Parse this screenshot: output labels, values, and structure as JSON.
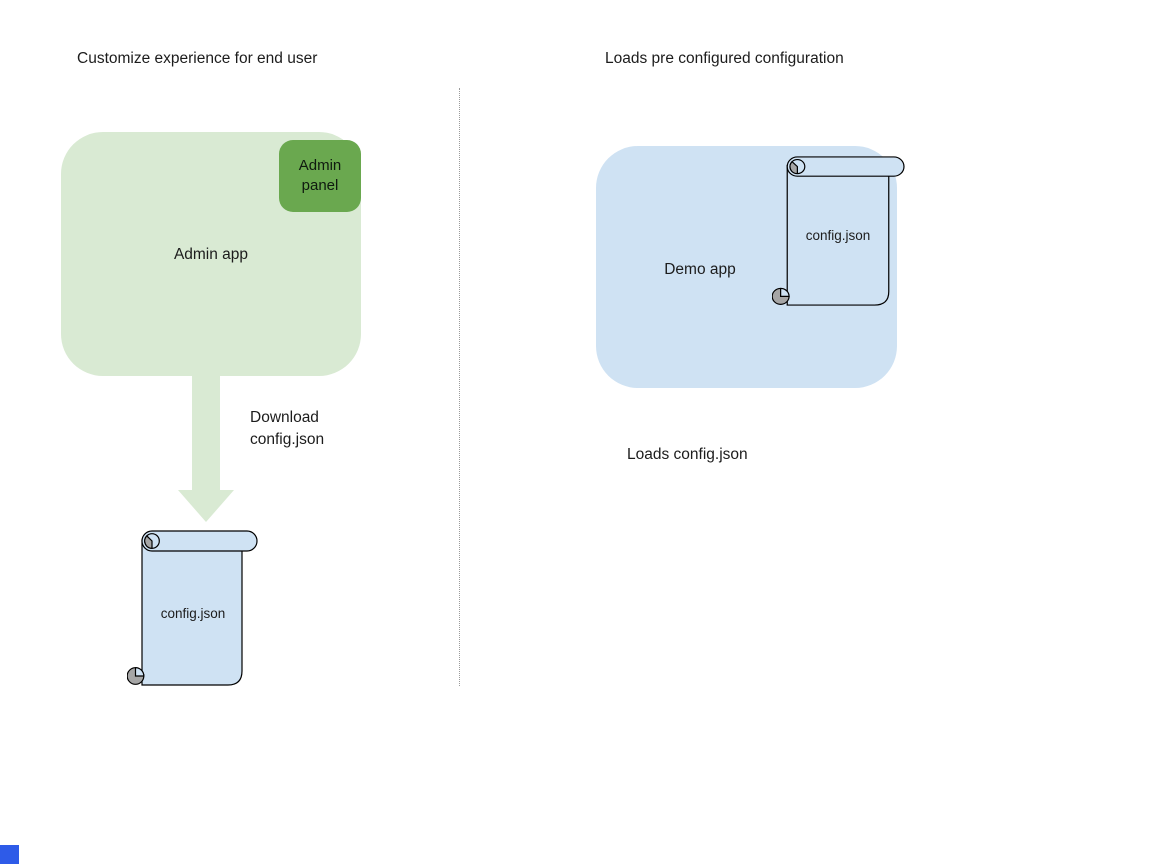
{
  "left_section": {
    "title": "Customize experience for end user",
    "admin_app_label": "Admin app",
    "admin_panel_label": "Admin panel",
    "arrow_label": "Download\nconfig.json",
    "config_file_label": "config.json"
  },
  "right_section": {
    "title": "Loads pre configured configuration",
    "demo_app_label": "Demo app",
    "config_file_label": "config.json",
    "caption": "Loads config.json"
  },
  "icons": {
    "arrow": "down-arrow-icon",
    "left_file": "scroll-document-icon",
    "right_file": "scroll-document-icon"
  },
  "colors": {
    "admin_app_fill": "#d9ead3",
    "admin_panel_fill": "#6aa84f",
    "arrow_fill": "#d9ead3",
    "demo_app_fill": "#cfe2f3",
    "scroll_fill": "#cfe2f3",
    "scroll_curl_gray": "#a6a6a6",
    "outline": "#000000",
    "divider_gray": "#9a9a9a",
    "corner_square_blue": "#2e5be8"
  }
}
